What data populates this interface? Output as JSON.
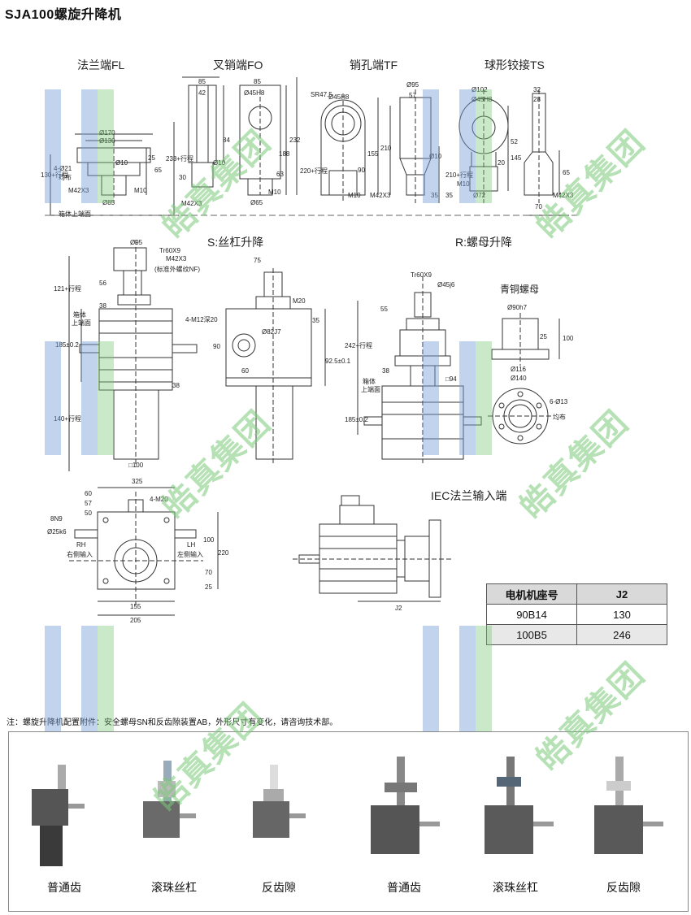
{
  "title": "SJA100螺旋升降机",
  "ends": {
    "fl": "法兰端FL",
    "fo": "叉销端FO",
    "tf": "销孔端TF",
    "ts": "球形铰接TS"
  },
  "sections": {
    "s": "S:丝杠升降",
    "r": "R:螺母升降",
    "bronze_nut": "青铜螺母",
    "iec": "IEC法兰输入端"
  },
  "dims": {
    "fl": [
      "Ø170",
      "Ø130",
      "4-Ø21",
      "均布",
      "Ø10",
      "25",
      "65",
      "130+行程",
      "M42X3",
      "M10",
      "Ø85",
      "箱体上端面"
    ],
    "fo": [
      "85",
      "42",
      "85",
      "Ø45H8",
      "84",
      "232",
      "188",
      "63",
      "30",
      "233+行程",
      "Ø10",
      "M42X3",
      "M10",
      "Ø65"
    ],
    "tf": [
      "Ø95",
      "57",
      "SR47.5",
      "Ø45H8",
      "210",
      "155",
      "90",
      "220+行程",
      "Ø10",
      "M10",
      "M42X3",
      "35"
    ],
    "ts": [
      "Ø102",
      "Ø45H8",
      "32",
      "28",
      "52",
      "145",
      "20",
      "210+行程",
      "M10",
      "Ø72",
      "65",
      "M42X3",
      "70",
      "35"
    ],
    "s": [
      "Ø95",
      "Tr60X9",
      "M42X3",
      "(标准外螺纹NF)",
      "56",
      "121+行程",
      "38",
      "箱体",
      "上端面",
      "185±0.2",
      "140+行程",
      "□100",
      "75",
      "M20",
      "4-M12深20",
      "Ø82J7",
      "35",
      "90",
      "60",
      "92.5±0.1",
      "38"
    ],
    "r": [
      "Tr60X9",
      "Ø45j6",
      "55",
      "242+行程",
      "38",
      "箱体",
      "上端面",
      "□94",
      "185±0.2",
      "Ø90h7",
      "25",
      "100",
      "Ø116",
      "Ø140",
      "6-Ø13",
      "均布"
    ],
    "bottom": [
      "325",
      "4-M20",
      "60",
      "57",
      "50",
      "Ø25k6",
      "8N9",
      "RH",
      "右侧输入",
      "LH",
      "左侧输入",
      "100",
      "220",
      "70",
      "25",
      "155",
      "205",
      "J2"
    ]
  },
  "motor_table": {
    "headers": [
      "电机机座号",
      "J2"
    ],
    "rows": [
      [
        "90B14",
        "130"
      ],
      [
        "100B5",
        "246"
      ]
    ]
  },
  "note": "注：螺旋升降机配置附件：安全螺母SN和反齿隙装置AB，外形尺寸有变化，请咨询技术部。",
  "watermark": "皓真集团",
  "photos": {
    "captions": [
      "普通齿",
      "滚珠丝杠",
      "反齿隙",
      "普通齿",
      "滚珠丝杠",
      "反齿隙"
    ]
  }
}
